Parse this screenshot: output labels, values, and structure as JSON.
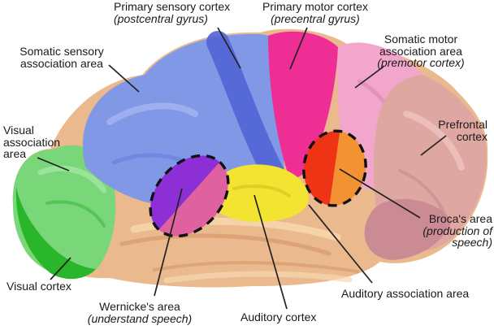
{
  "title": "Brain cortex functional areas diagram",
  "labels": {
    "primary_sensory": {
      "line1": "Primary sensory cortex",
      "line2": "(postcentral gyrus)"
    },
    "primary_motor": {
      "line1": "Primary motor cortex",
      "line2": "(precentral gyrus)"
    },
    "somatic_sensory": {
      "line1": "Somatic sensory",
      "line2": "association area"
    },
    "somatic_motor": {
      "line1": "Somatic motor",
      "line2": "association area",
      "line3": "(premotor cortex)"
    },
    "visual_association": {
      "line1": "Visual",
      "line2": "association",
      "line3": "area"
    },
    "prefrontal": {
      "line1": "Prefrontal",
      "line2": "cortex"
    },
    "broca": {
      "line1": "Broca's area",
      "line2": "(production of",
      "line3": "speech)"
    },
    "visual_cortex": {
      "line1": "Visual cortex"
    },
    "wernicke": {
      "line1": "Wernicke's area",
      "line2": "(understand speech)"
    },
    "auditory_cortex": {
      "line1": "Auditory cortex"
    },
    "auditory_association": {
      "line1": "Auditory association area"
    }
  },
  "regions": {
    "temporal_base": {
      "color": "#eab98d"
    },
    "occipital_association": {
      "color": "#79d679"
    },
    "visual_cortex": {
      "color": "#2ab62a"
    },
    "parietal": {
      "color": "#8098e6"
    },
    "postcentral": {
      "color": "#5165d5"
    },
    "precentral": {
      "color": "#ee2e95"
    },
    "premotor": {
      "color": "#f2a6cb"
    },
    "prefrontal": {
      "color": "#dfa7a2"
    },
    "orbital_rose": {
      "color": "#cb8b94"
    },
    "auditory": {
      "color": "#f2e431"
    },
    "wernicke_upper": {
      "color": "#8d2fd6"
    },
    "wernicke_lower": {
      "color": "#e0619f"
    },
    "broca_left": {
      "color": "#ee3414"
    },
    "broca_right": {
      "color": "#f29233"
    },
    "outline_dash": {
      "color": "#111111"
    },
    "leader_line": {
      "color": "#222222"
    }
  }
}
